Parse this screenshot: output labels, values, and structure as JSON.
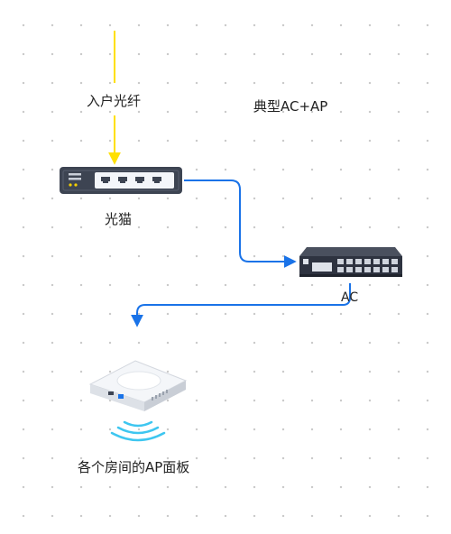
{
  "diagram": {
    "title": "典型AC+AP",
    "nodes": {
      "fiber": {
        "label": "入户光纤"
      },
      "modem": {
        "label": "光猫",
        "icon": "optical-modem-icon"
      },
      "ac": {
        "label": "AC",
        "icon": "ac-controller-icon"
      },
      "ap": {
        "label": "各个房间的AP面板",
        "icon": "ceiling-ap-icon"
      }
    },
    "edges": [
      {
        "from": "fiber",
        "to": "modem"
      },
      {
        "from": "modem",
        "to": "ac"
      },
      {
        "from": "ac",
        "to": "ap"
      }
    ],
    "colors": {
      "fiber_line": "#ffe000",
      "link_line": "#1a73e8",
      "wifi_waves": "#3ec6f0",
      "modem_body": "#3d4452",
      "ac_body": "#2e3340",
      "ap_body": "#f2f4f7"
    }
  }
}
